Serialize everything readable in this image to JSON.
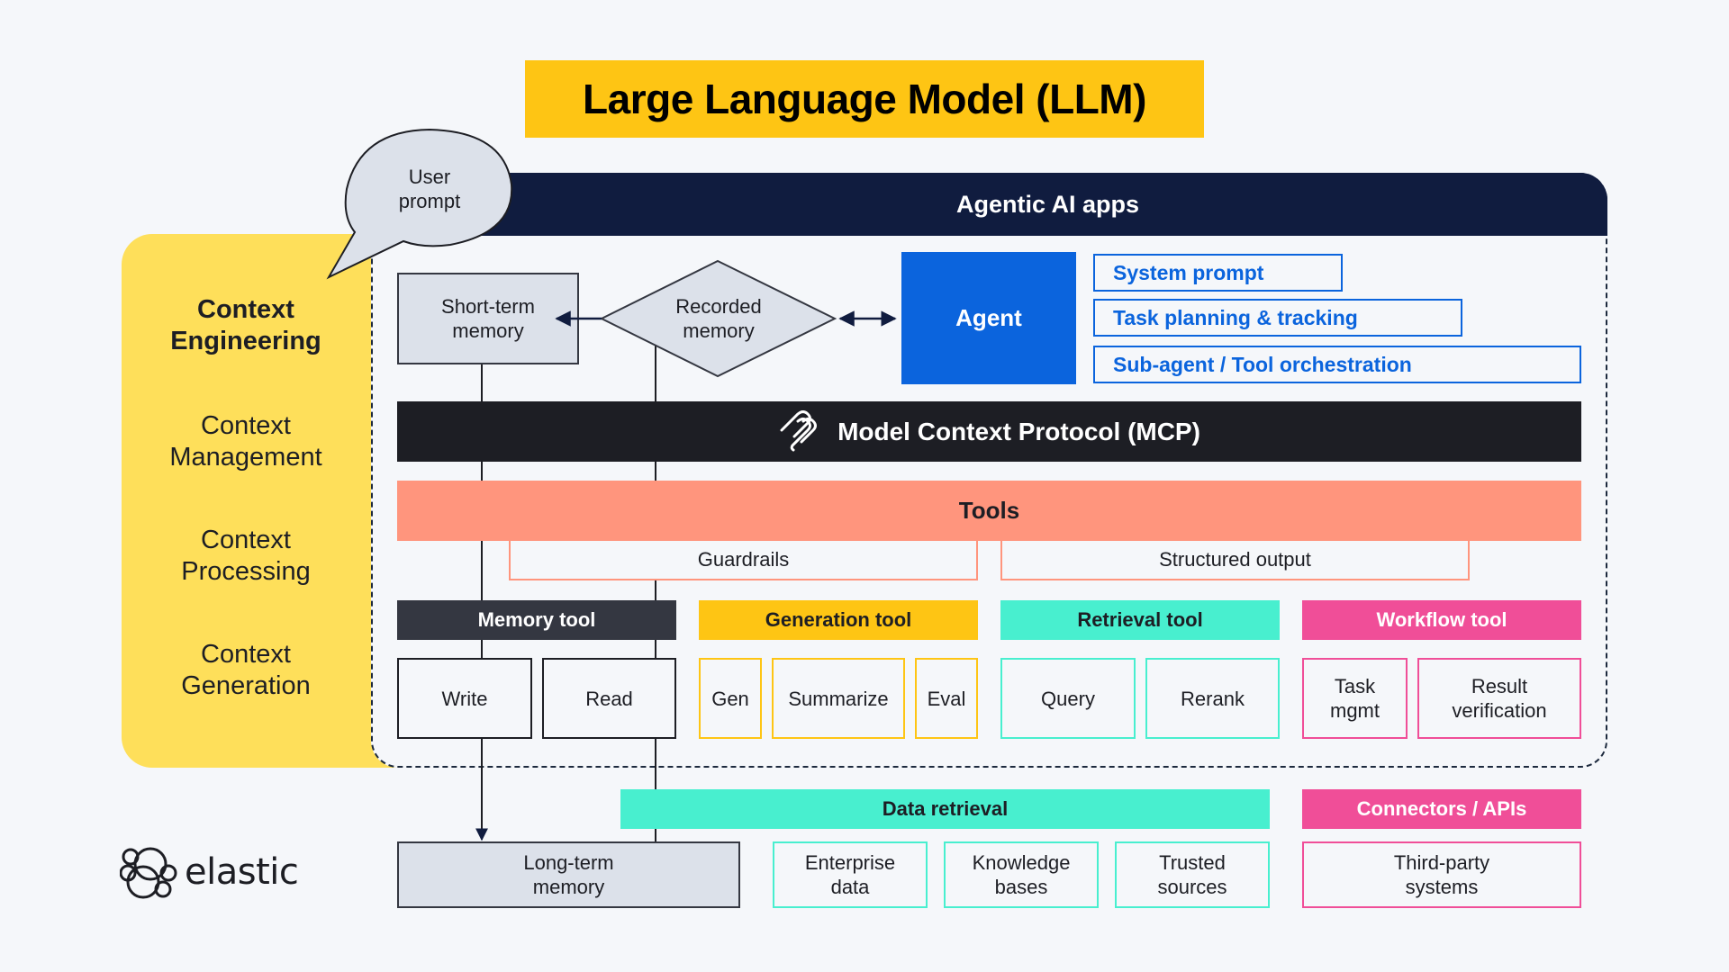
{
  "title": "Large Language Model (LLM)",
  "colors": {
    "title_bg": "#fec514",
    "context_panel": "#fedf5a",
    "header_bar": "#101c3f",
    "agent": "#0b64dd",
    "mcp": "#1d1e24",
    "tools": "#ff957d",
    "memory_tool": "#343741",
    "generation_tool": "#fec514",
    "retrieval_tool": "#48efcf",
    "workflow_tool": "#f04e98"
  },
  "user_prompt": {
    "line1": "User",
    "line2": "prompt"
  },
  "context_panel": {
    "items": [
      {
        "line1": "Context",
        "line2": "Engineering"
      },
      {
        "line1": "Context",
        "line2": "Management"
      },
      {
        "line1": "Context",
        "line2": "Processing"
      },
      {
        "line1": "Context",
        "line2": "Generation"
      }
    ]
  },
  "agentic_apps": {
    "header": "Agentic AI apps",
    "short_term_memory": {
      "line1": "Short-term",
      "line2": "memory"
    },
    "recorded_memory": {
      "line1": "Recorded",
      "line2": "memory"
    },
    "agent": "Agent",
    "agent_features": [
      "System prompt",
      "Task planning & tracking",
      "Sub-agent / Tool orchestration"
    ],
    "mcp": {
      "label": "Model Context Protocol (MCP)",
      "icon": "mcp-logo-icon"
    },
    "tools": {
      "label": "Tools",
      "guardrails": "Guardrails",
      "structured_output": "Structured output",
      "groups": [
        {
          "name": "Memory tool",
          "items": [
            "Write",
            "Read"
          ]
        },
        {
          "name": "Generation tool",
          "items": [
            "Gen",
            "Summarize",
            "Eval"
          ]
        },
        {
          "name": "Retrieval tool",
          "items": [
            "Query",
            "Rerank"
          ]
        },
        {
          "name": "Workflow tool",
          "items": [
            {
              "line1": "Task",
              "line2": "mgmt"
            },
            {
              "line1": "Result",
              "line2": "verification"
            }
          ]
        }
      ]
    }
  },
  "bottom": {
    "long_term_memory": {
      "line1": "Long-term",
      "line2": "memory"
    },
    "data_retrieval": {
      "label": "Data retrieval",
      "items": [
        {
          "line1": "Enterprise",
          "line2": "data"
        },
        {
          "line1": "Knowledge",
          "line2": "bases"
        },
        {
          "line1": "Trusted",
          "line2": "sources"
        }
      ]
    },
    "connectors": {
      "label": "Connectors / APIs",
      "items": [
        {
          "line1": "Third-party",
          "line2": "systems"
        }
      ]
    }
  },
  "logo": {
    "text": "elastic",
    "icon": "elastic-logo-icon"
  }
}
